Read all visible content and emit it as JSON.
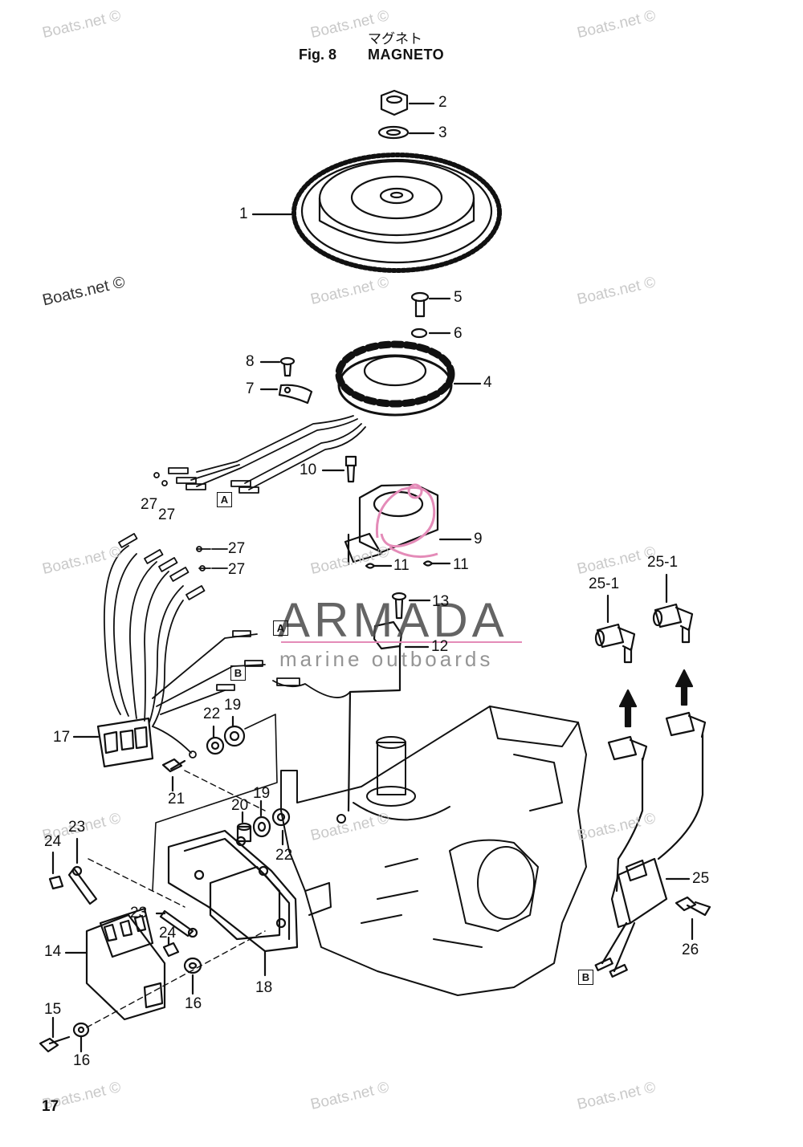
{
  "title": {
    "japanese": "マグネト",
    "figure": "Fig. 8",
    "name": "MAGNETO"
  },
  "page_number": "17",
  "watermark": "Boats.net ©",
  "brand": {
    "name": "ARMADA",
    "tagline": "marine outboards",
    "accent_color": "#e48bb8"
  },
  "connector_labels": [
    "A",
    "B"
  ],
  "callouts": [
    "1",
    "2",
    "3",
    "4",
    "5",
    "6",
    "7",
    "8",
    "9",
    "10",
    "11",
    "12",
    "13",
    "14",
    "15",
    "16",
    "17",
    "18",
    "19",
    "20",
    "21",
    "22",
    "23",
    "24",
    "25",
    "25-1",
    "26",
    "27"
  ]
}
